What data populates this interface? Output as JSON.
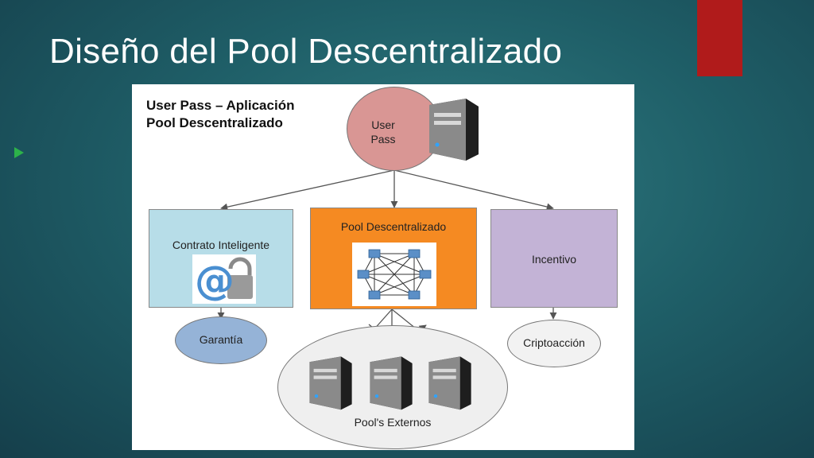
{
  "slide": {
    "title": "Diseño del Pool Descentralizado",
    "colors": {
      "accent": "#b01b1b",
      "background": "#1f5f68",
      "bullet": "#2db24a"
    }
  },
  "diagram": {
    "caption_line1": "User Pass – Aplicación",
    "caption_line2": "Pool Descentralizado",
    "user_pass_line1": "User",
    "user_pass_line2": "Pass",
    "contrato_label": "Contrato Inteligente",
    "pool_label": "Pool Descentralizado",
    "incentivo_label": "Incentivo",
    "garantia_label": "Garantía",
    "criptoaccion_label": "Criptoacción",
    "pools_externos_label": "Pool's Externos",
    "colors": {
      "user_pass": "#d99694",
      "contrato": "#b7dde8",
      "pool": "#f58a22",
      "incentivo": "#c3b3d6",
      "garantia": "#95b3d7",
      "criptoaccion": "#f2f2f2",
      "externos": "#efefef"
    },
    "icons": [
      "server-icon",
      "email-lock-icon",
      "network-mesh-icon"
    ]
  }
}
